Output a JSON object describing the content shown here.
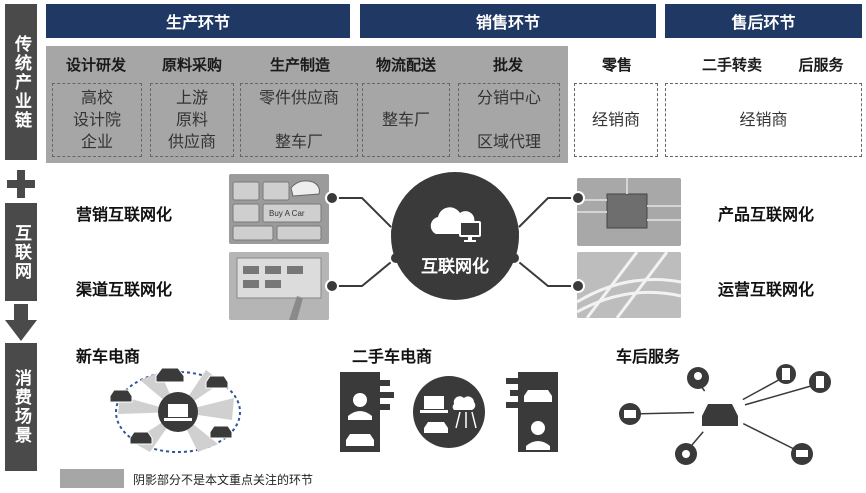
{
  "side_labels": {
    "traditional": "传统产业链",
    "plus": "+",
    "internet": "互联网",
    "consumption": "消费场景"
  },
  "stages": {
    "production": "生产环节",
    "sales": "销售环节",
    "after_sales": "售后环节"
  },
  "columns": [
    {
      "title": "设计研发",
      "box": "高校\n设计院\n企业"
    },
    {
      "title": "原料采购",
      "box": "上游\n原料\n供应商"
    },
    {
      "title": "生产制造",
      "box": "零件供应商\n\n整车厂"
    },
    {
      "title": "物流配送",
      "box": "整车厂"
    },
    {
      "title": "批发",
      "box": "分销中心\n\n区域代理"
    },
    {
      "title": "零售",
      "box": "经销商"
    }
  ],
  "after_titles": {
    "used": "二手转卖",
    "service": "后服务"
  },
  "after_box": "经销商",
  "internet": {
    "center": "互联网化",
    "left_top": "营销互联网化",
    "left_bottom": "渠道互联网化",
    "right_top": "产品互联网化",
    "right_bottom": "运营互联网化",
    "photo_text": "Buy A Car"
  },
  "consumption": {
    "new_car": "新车电商",
    "used_car": "二手车电商",
    "after_service": "车后服务"
  },
  "legend": "阴影部分不是本文重点关注的环节",
  "colors": {
    "dark_navy": "#1f3864",
    "side_gray": "#4a4a4a",
    "shade_gray": "#a6a6a6",
    "circle_dark": "#3a3a3a"
  }
}
